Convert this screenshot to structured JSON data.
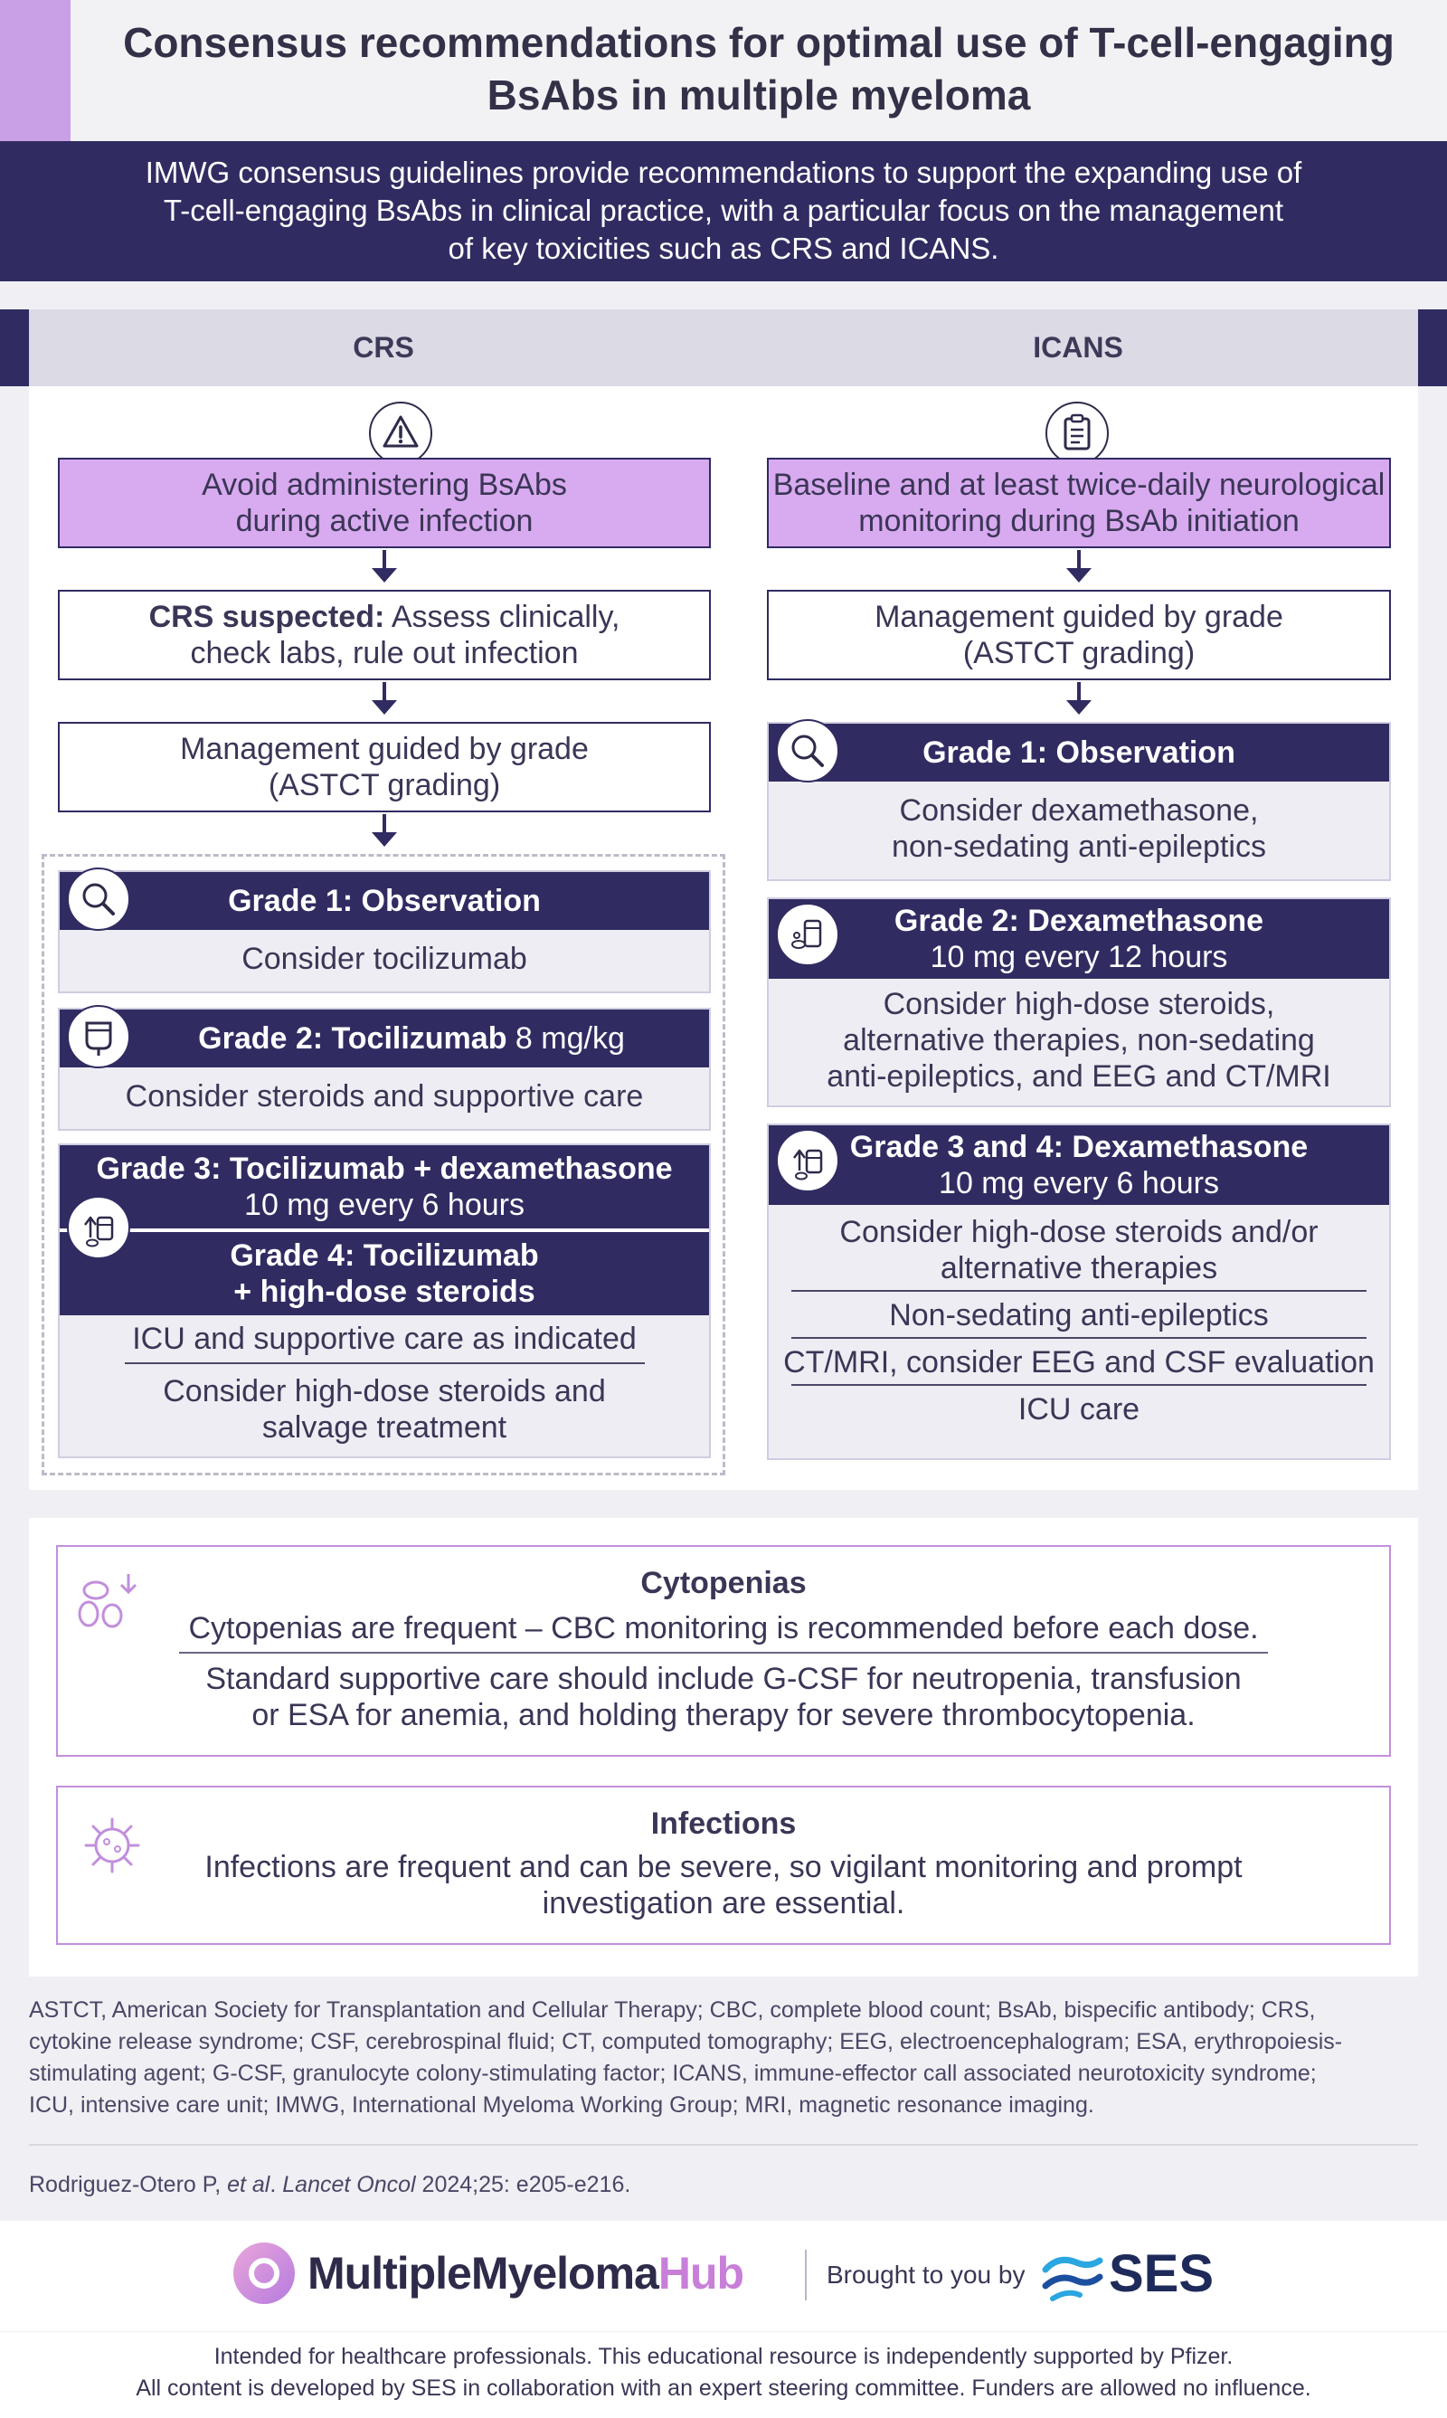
{
  "header": {
    "title_line1": "Consensus recommendations for optimal use of T-cell-engaging",
    "title_line2": "BsAbs in multiple myeloma"
  },
  "intro": {
    "line1": "IMWG consensus guidelines provide recommendations to support the expanding use of",
    "line2": "T-cell-engaging BsAbs in clinical practice, with a particular focus on the management",
    "line3": "of key toxicities such as CRS and ICANS."
  },
  "crs": {
    "heading": "CRS",
    "icon": "warning-triangle-icon",
    "box1_line1": "Avoid administering BsAbs",
    "box1_line2": "during active infection",
    "box2_bold": "CRS suspected:",
    "box2_rest": " Assess clinically,",
    "box2_line2": "check labs, rule out infection",
    "box3_line1": "Management guided by grade",
    "box3_line2": "(ASTCT grading)",
    "grade1": {
      "title": "Grade 1: Observation",
      "body": "Consider tocilizumab",
      "icon": "magnifier-icon"
    },
    "grade2": {
      "title_bold": "Grade 2: Tocilizumab",
      "title_rest": " 8 mg/kg",
      "body": "Consider steroids and supportive care",
      "icon": "iv-bag-icon"
    },
    "grade3": {
      "title": "Grade 3: Tocilizumab + dexamethasone",
      "subtitle": "10 mg every 6 hours",
      "icon": "medication-up-icon"
    },
    "grade4": {
      "title_line1": "Grade 4: Tocilizumab",
      "title_line2": "+ high-dose steroids",
      "body1": "ICU and supportive care as indicated",
      "body2_line1": "Consider high-dose steroids and",
      "body2_line2": "salvage treatment"
    }
  },
  "icans": {
    "heading": "ICANS",
    "icon": "clipboard-icon",
    "box1_line1": "Baseline and at least twice-daily neurological",
    "box1_line2": "monitoring during BsAb initiation",
    "box2_line1": "Management guided by grade",
    "box2_line2": "(ASTCT grading)",
    "grade1": {
      "title": "Grade 1: Observation",
      "body_line1": "Consider dexamethasone,",
      "body_line2": "non-sedating anti-epileptics",
      "icon": "magnifier-icon"
    },
    "grade2": {
      "title": "Grade 2: Dexamethasone",
      "subtitle": "10 mg every 12 hours",
      "body_line1": "Consider high-dose steroids,",
      "body_line2": "alternative therapies, non-sedating",
      "body_line3": "anti-epileptics, and EEG and CT/MRI",
      "icon": "medication-icon"
    },
    "grade34": {
      "title": "Grade 3 and 4: Dexamethasone",
      "subtitle": "10 mg every 6 hours",
      "body1_line1": "Consider high-dose steroids and/or",
      "body1_line2": "alternative therapies",
      "body2": "Non-sedating anti-epileptics",
      "body3": "CT/MRI, consider EEG and CSF evaluation",
      "body4": "ICU care",
      "icon": "medication-up-icon"
    }
  },
  "cytopenias": {
    "title": "Cytopenias",
    "line1": "Cytopenias are frequent – CBC monitoring is recommended before each dose.",
    "line2": "Standard supportive care should include G-CSF for neutropenia, transfusion",
    "line3": "or ESA for anemia, and holding therapy for severe thrombocytopenia.",
    "icon": "blood-cells-down-icon"
  },
  "infections": {
    "title": "Infections",
    "line1": "Infections are frequent and can be severe, so vigilant monitoring and prompt",
    "line2": "investigation are essential.",
    "icon": "virus-icon"
  },
  "abbreviations": {
    "line1": "ASTCT, American Society for Transplantation and Cellular Therapy; CBC, complete blood count; BsAb, bispecific antibody; CRS,",
    "line2": "cytokine release syndrome; CSF, cerebrospinal fluid; CT, computed tomography; EEG, electroencephalogram; ESA, erythropoiesis-",
    "line3": "stimulating agent; G-CSF, granulocyte colony-stimulating factor; ICANS, immune-effector call associated neurotoxicity syndrome;",
    "line4": "ICU, intensive care unit; IMWG, International Myeloma Working Group; MRI, magnetic resonance imaging."
  },
  "reference": {
    "authors": "Rodriguez-Otero P, ",
    "etal": "et al",
    "dot": ". ",
    "journal": "Lancet Oncol",
    "rest": " 2024;25: e205-e216."
  },
  "logos": {
    "hub_part1": "Multiple",
    "hub_part2": "Myeloma",
    "hub_part3": "Hub",
    "brought": "Brought to you by",
    "ses": "SES"
  },
  "footer": {
    "line1": "Intended for healthcare professionals. This educational resource is independently supported by Pfizer.",
    "line2": "All content is developed by SES in collaboration with an expert steering committee. Funders are allowed no influence."
  },
  "colors": {
    "navy": "#302c62",
    "lilac": "#d8aaef",
    "accent_purple": "#c9a0e6",
    "grade_body": "#eeedf3"
  }
}
